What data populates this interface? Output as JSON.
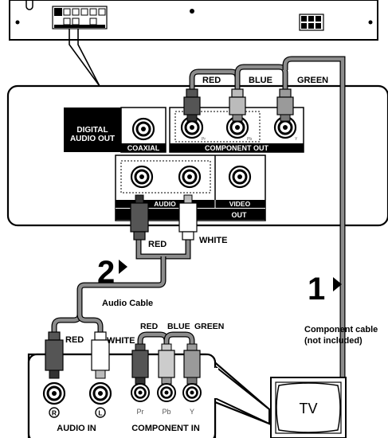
{
  "player": {
    "digital_audio_out": [
      "DIGITAL",
      "AUDIO OUT"
    ],
    "coaxial": "COAXIAL",
    "component_out": "COMPONENT OUT",
    "audio": "AUDIO",
    "video": "VIDEO",
    "out": "OUT",
    "jack_marks": [
      "Pr",
      "Pb",
      "Y"
    ]
  },
  "cable_colors_top": [
    "RED",
    "BLUE",
    "GREEN"
  ],
  "cable_colors_bottom": [
    "RED",
    "BLUE",
    "GREEN"
  ],
  "audio_plug_colors": [
    "RED",
    "WHITE"
  ],
  "tv_audio_plug_colors": [
    "RED",
    "WHITE"
  ],
  "steps": {
    "step1": "1",
    "step2": "2"
  },
  "cables": {
    "audio_cable": "Audio Cable",
    "component_cable": [
      "Component cable",
      "(not included)"
    ]
  },
  "tv_panel": {
    "audio_in": "AUDIO IN",
    "component_in": "COMPONENT IN",
    "jack_r": "R",
    "jack_l": "L",
    "jack_labels": [
      "Pr",
      "Pb",
      "Y"
    ]
  },
  "tv": {
    "label": "TV"
  },
  "colors": {
    "outline": "#000000",
    "cable_gray": "#8c8c8c",
    "plug_dark": "#555555",
    "plug_mid": "#9a9a9a",
    "plug_light": "#e6e6e6",
    "panel_black": "#000000"
  }
}
